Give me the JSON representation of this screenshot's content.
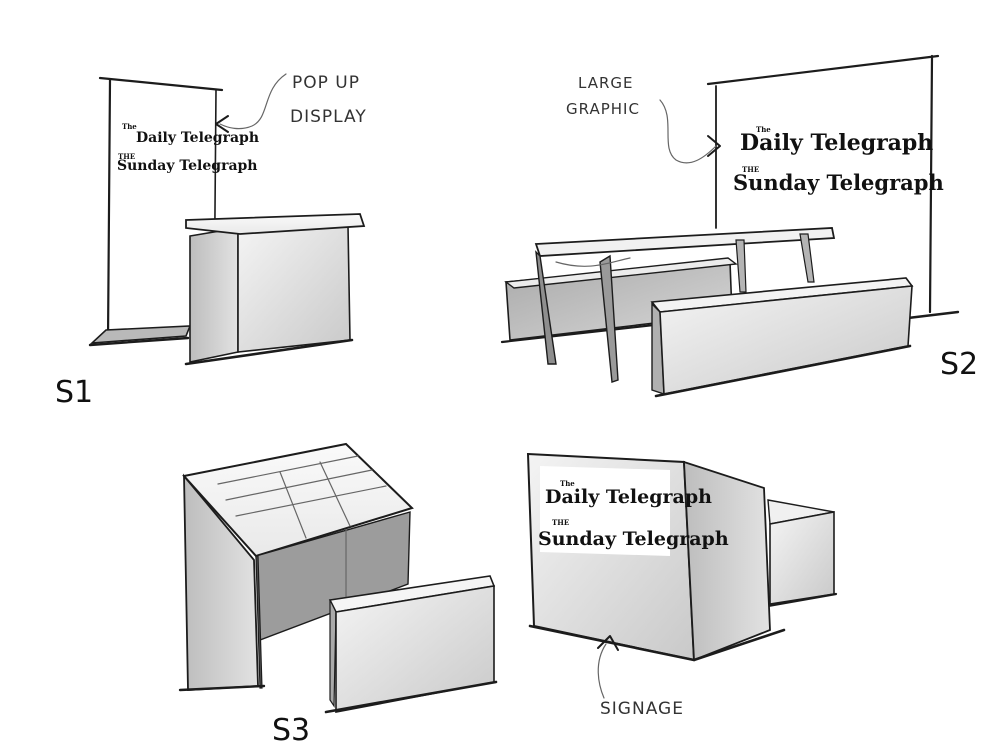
{
  "sketches": {
    "s1": {
      "label": "S1",
      "annotation_line1": "POP UP",
      "annotation_line2": "DISPLAY",
      "banner_line1": "Daily Telegraph",
      "banner_line1_prefix": "The",
      "banner_line2": "Sunday Telegraph",
      "banner_line2_prefix": "THE"
    },
    "s2": {
      "label": "S2",
      "annotation_line1": "LARGE",
      "annotation_line2": "GRAPHIC",
      "banner_line1": "Daily Telegraph",
      "banner_line1_prefix": "The",
      "banner_line2": "Sunday Telegraph",
      "banner_line2_prefix": "THE"
    },
    "s3": {
      "label": "S3"
    },
    "s4": {
      "annotation": "SIGNAGE",
      "banner_line1": "Daily Telegraph",
      "banner_line1_prefix": "The",
      "banner_line2": "Sunday Telegraph",
      "banner_line2_prefix": "THE"
    }
  }
}
